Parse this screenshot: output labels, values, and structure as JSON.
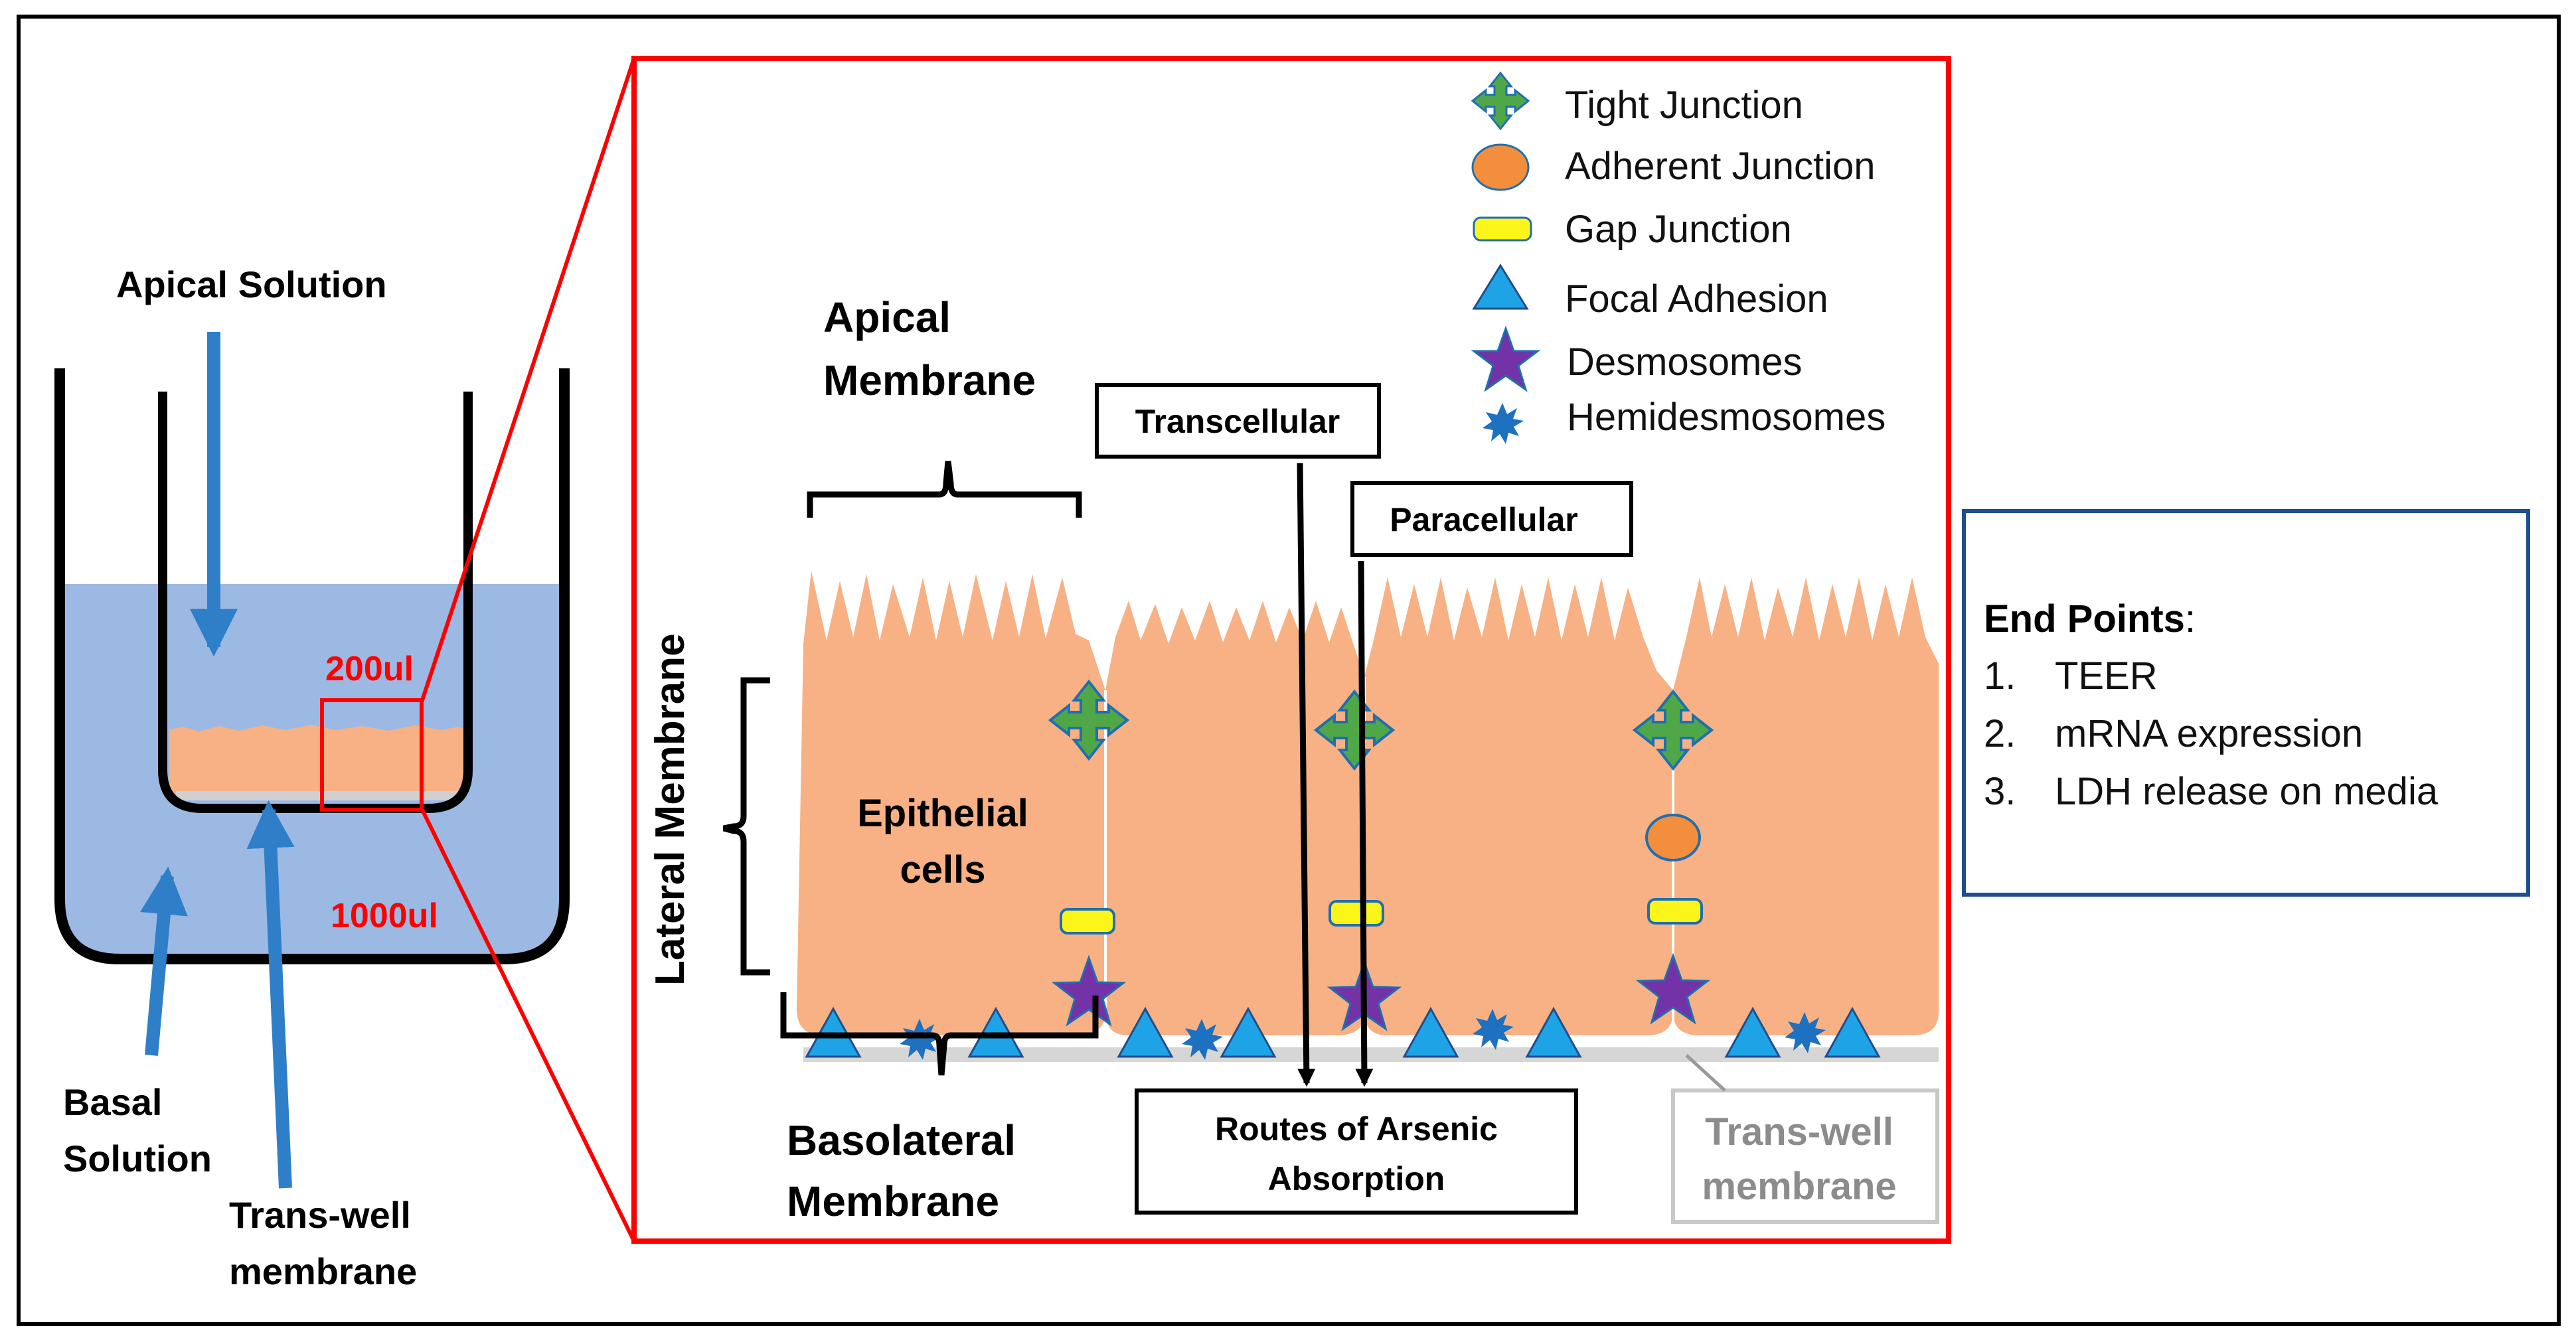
{
  "left_panel": {
    "apical_solution": "Apical Solution",
    "apical_volume": "200ul",
    "basal_volume": "1000ul",
    "basal_solution": [
      "Basal",
      "Solution"
    ],
    "transwell_membrane": [
      "Trans-well",
      "membrane"
    ]
  },
  "zoom_panel": {
    "apical_membrane": [
      "Apical",
      "Membrane"
    ],
    "lateral_membrane": "Lateral Membrane",
    "basolateral_membrane": [
      "Basolateral",
      "Membrane"
    ],
    "epithelial_cells": [
      "Epithelial",
      "cells"
    ],
    "transcellular": "Transcellular",
    "paracellular": "Paracellular",
    "routes": [
      "Routes of Arsenic",
      "Absorption"
    ],
    "transwell_membrane": [
      "Trans-well",
      "membrane"
    ]
  },
  "legend": {
    "items": [
      {
        "icon": "tight-junction",
        "label": "Tight Junction"
      },
      {
        "icon": "adherent-junction",
        "label": "Adherent Junction"
      },
      {
        "icon": "gap-junction",
        "label": "Gap Junction"
      },
      {
        "icon": "focal-adhesion",
        "label": "Focal Adhesion"
      },
      {
        "icon": "desmosome",
        "label": "Desmosomes"
      },
      {
        "icon": "hemidesmosome",
        "label": "Hemidesmosomes"
      }
    ]
  },
  "endpoints": {
    "title": "End Points",
    "title_suffix": ":",
    "items": [
      {
        "num": "1.",
        "text": "TEER"
      },
      {
        "num": "2.",
        "text": "mRNA expression"
      },
      {
        "num": "3.",
        "text": "LDH release on media"
      }
    ]
  },
  "colors": {
    "cell": "#f7b184",
    "solution": "#9cb9e3",
    "arrow": "#2f7fc8",
    "zoom_frame": "#ff0000",
    "tight_junction": "#4fa748",
    "adherent_junction": "#f38e3c",
    "gap_junction": "#fbf51a",
    "focal_adhesion": "#1ea4e6",
    "desmosome": "#7332a5",
    "hemidesmosome": "#1e70c0",
    "endpoints_border": "#1f4e8c",
    "membrane_gray": "#d6d6d6"
  }
}
